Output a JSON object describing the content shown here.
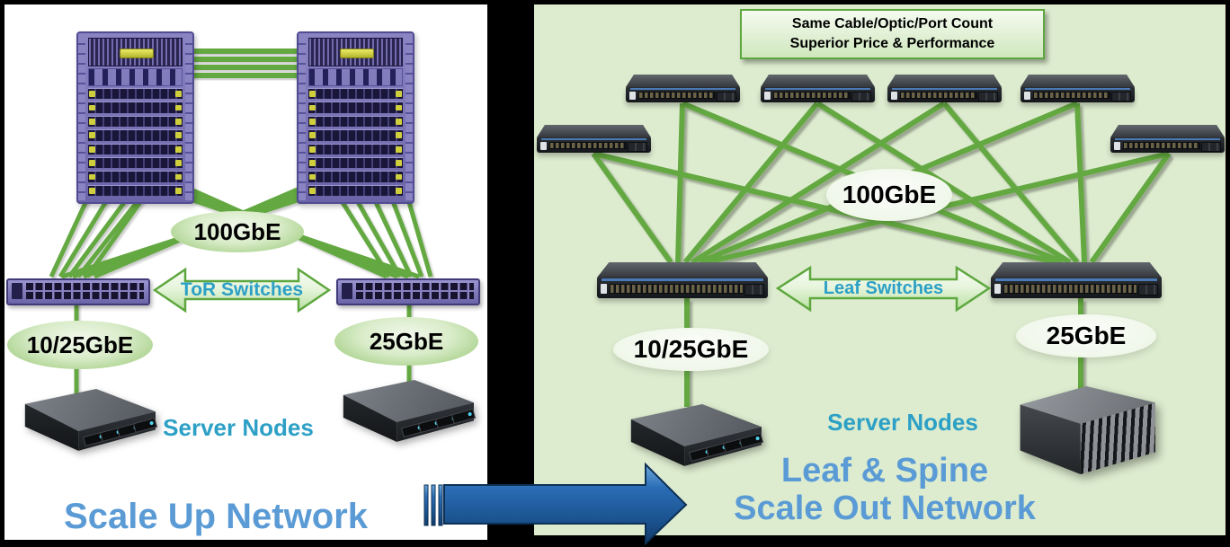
{
  "left_panel": {
    "title": "Scale Up Network",
    "core_link_label": "100GbE",
    "tor_arrow_label": "ToR Switches",
    "downlink_left_label": "10/25GbE",
    "downlink_right_label": "25GbE",
    "server_label": "Server Nodes"
  },
  "right_panel": {
    "banner_line1": "Same Cable/Optic/Port Count",
    "banner_line2": "Superior Price & Performance",
    "core_link_label": "100GbE",
    "leaf_arrow_label": "Leaf Switches",
    "downlink_left_label": "10/25GbE",
    "downlink_right_label": "25GbE",
    "server_label": "Server Nodes",
    "title_line1": "Leaf & Spine",
    "title_line2": "Scale Out Network"
  },
  "colors": {
    "link_green": "#63a841",
    "title_blue": "#5b9bd5",
    "label_teal": "#2da0c6",
    "panel_green": "#ddeccf",
    "panel_white": "#ffffff",
    "background_black": "#000000",
    "transition_arrow_blue": "#1b5390",
    "chassis_purple": "#756dae",
    "banner_border_green": "#5ea73e"
  }
}
